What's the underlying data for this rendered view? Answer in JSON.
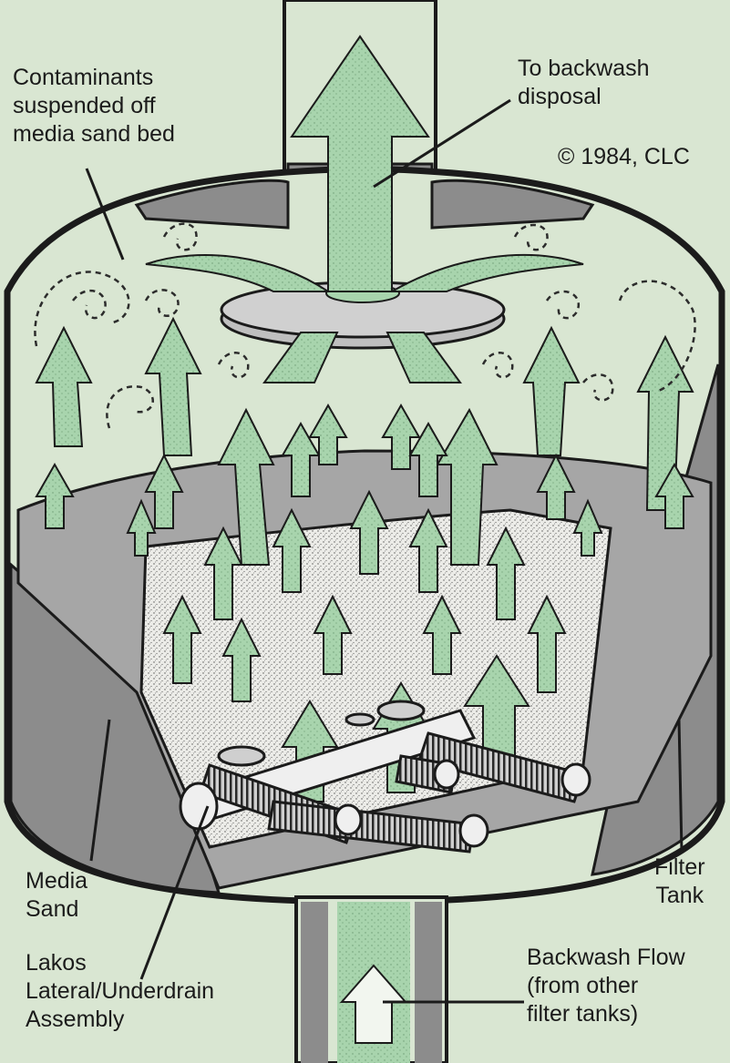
{
  "labels": {
    "contaminants": [
      "Contaminants",
      "suspended off",
      "media sand bed"
    ],
    "backwash_disposal": [
      "To backwash",
      "disposal"
    ],
    "copyright": "© 1984, CLC",
    "media_sand": [
      "Media",
      "Sand"
    ],
    "lateral_assembly": [
      "Lakos",
      "Lateral/Underdrain",
      "Assembly"
    ],
    "filter_tank": [
      "Filter",
      "Tank"
    ],
    "backwash_flow": [
      "Backwash Flow",
      "(from other",
      "filter tanks)"
    ]
  },
  "colors": {
    "background": "#d9e6d2",
    "tank_wall": "#8c8c8c",
    "tank_outline": "#1b1b1b",
    "sand_surface": "#a6a6a6",
    "sand_core": "#efefec",
    "flow_arrow": "#a8d4ad"
  }
}
